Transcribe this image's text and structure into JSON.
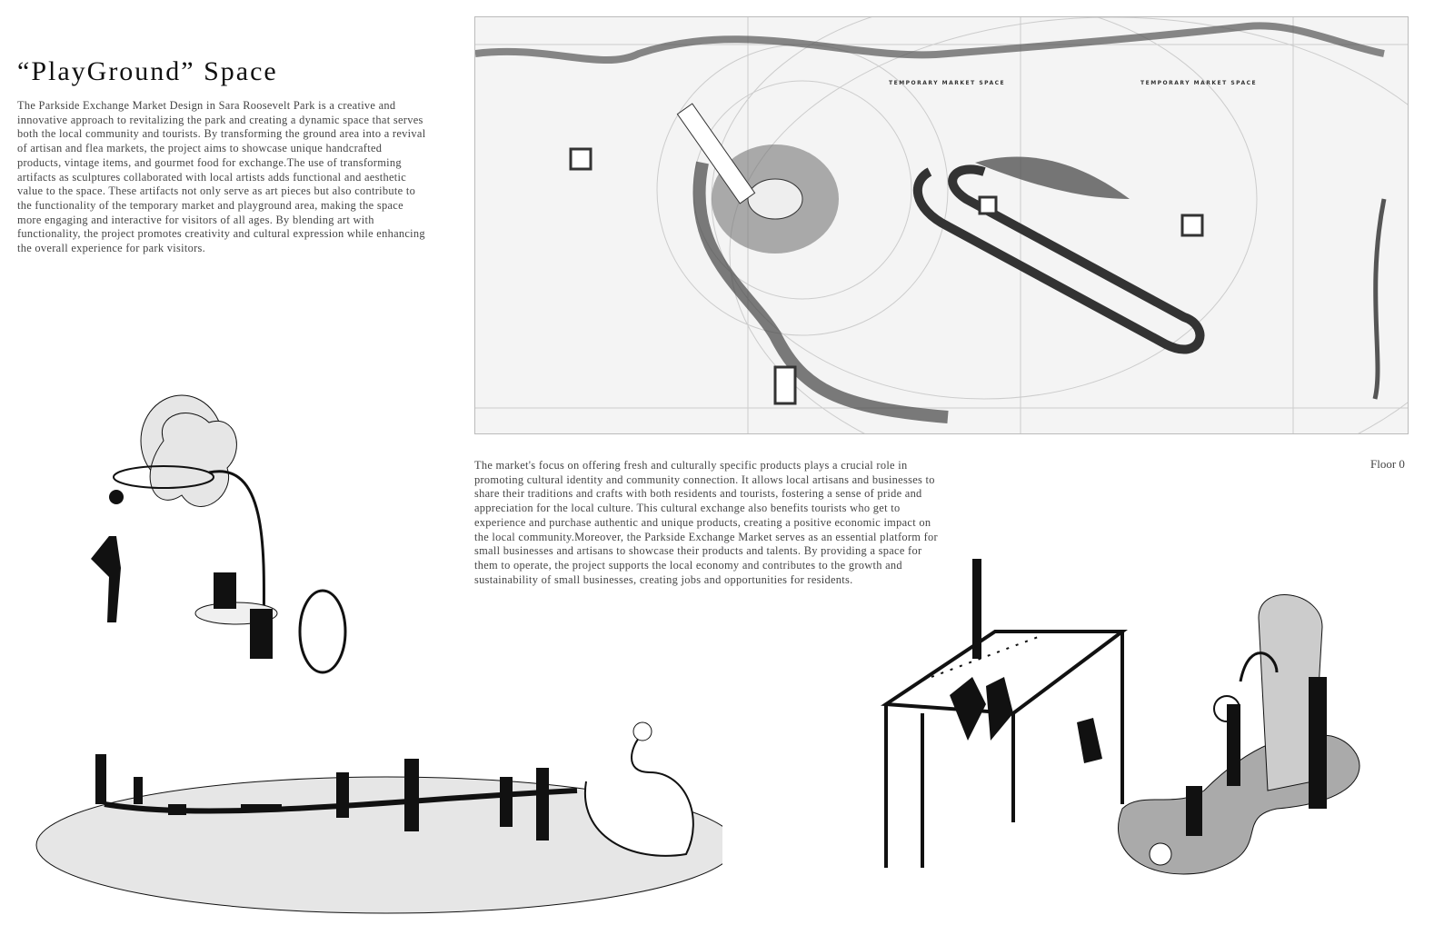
{
  "title": "“PlayGround” Space",
  "intro": "The Parkside Exchange Market Design in Sara Roosevelt Park is a creative and innovative approach to revitalizing the park and creating a dynamic space that serves both the local community and tourists. By transforming the ground area into a revival of artisan and flea markets, the project aims to showcase unique handcrafted products, vintage items, and gourmet food for exchange.The use of transforming artifacts as sculptures collaborated with local artists adds functional and aesthetic value to the space. These artifacts not only serve as art pieces but also contribute to the functionality of the temporary market and playground area, making the space more engaging and interactive for visitors of all ages. By blending art with functionality, the project promotes creativity and cultural expression while enhancing the overall experience for park visitors.",
  "body": "The market's focus on offering fresh and culturally specific products plays a crucial role in promoting cultural identity and community connection. It allows local artisans and businesses to share their traditions and crafts with both residents and tourists, fostering a sense of pride and appreciation for the local culture. This cultural exchange also benefits tourists who get to experience and purchase authentic and unique products, creating a positive economic impact on the local community.Moreover, the Parkside Exchange Market serves as an essential platform for small businesses and artisans to showcase their products and talents. By providing a space for them to operate, the project supports the local economy and contributes to the growth and sustainability of small businesses, creating jobs and opportunities for residents.",
  "plan": {
    "labels": [
      "TEMPORARY MARKET SPACE",
      "TEMPORARY MARKET SPACE"
    ],
    "floor_label": "Floor 0"
  }
}
